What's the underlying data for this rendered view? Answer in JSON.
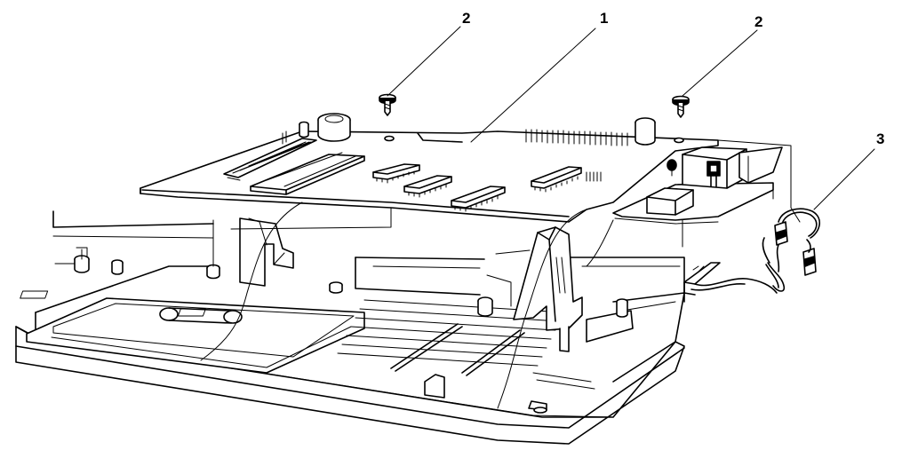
{
  "callouts": {
    "part_1": "1",
    "part_2_left": "2",
    "part_2_right": "2",
    "part_3": "3"
  }
}
